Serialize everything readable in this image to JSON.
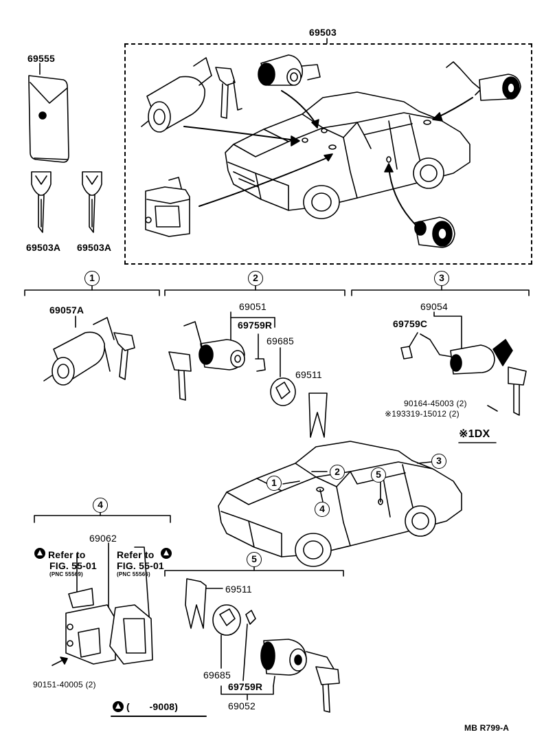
{
  "parts": {
    "main_set": "69503",
    "key_case": "69555",
    "key_blank_a": "69503A",
    "key_blank_b": "69503A",
    "ignition_cyl": "69057A",
    "door_cyl": "69051",
    "door_retainer_r": "69759R",
    "door_pad": "69685",
    "door_spring": "69511",
    "back_door_cyl": "69054",
    "back_door_retainer": "69759C",
    "screw1": "90164-45003 (2)",
    "screw2": "※193319-15012 (2)",
    "dx_note": "※1DX",
    "lock_assy": "69062",
    "ref_left_1": "Refer to",
    "ref_left_2": "FIG. 55-01",
    "ref_left_3": "(PNC 55569)",
    "ref_right_1": "Refer to",
    "ref_right_2": "FIG. 55-01",
    "ref_right_3": "(PNC 55566)",
    "screw3": "90151-40005 (2)",
    "date_note": "(       -9008)",
    "s5_spring": "69511",
    "s5_pad": "69685",
    "s5_retainer": "69759R",
    "s5_cyl": "69052",
    "footer_code": "MB R799-A"
  },
  "callouts": [
    "1",
    "2",
    "3",
    "4",
    "5"
  ]
}
